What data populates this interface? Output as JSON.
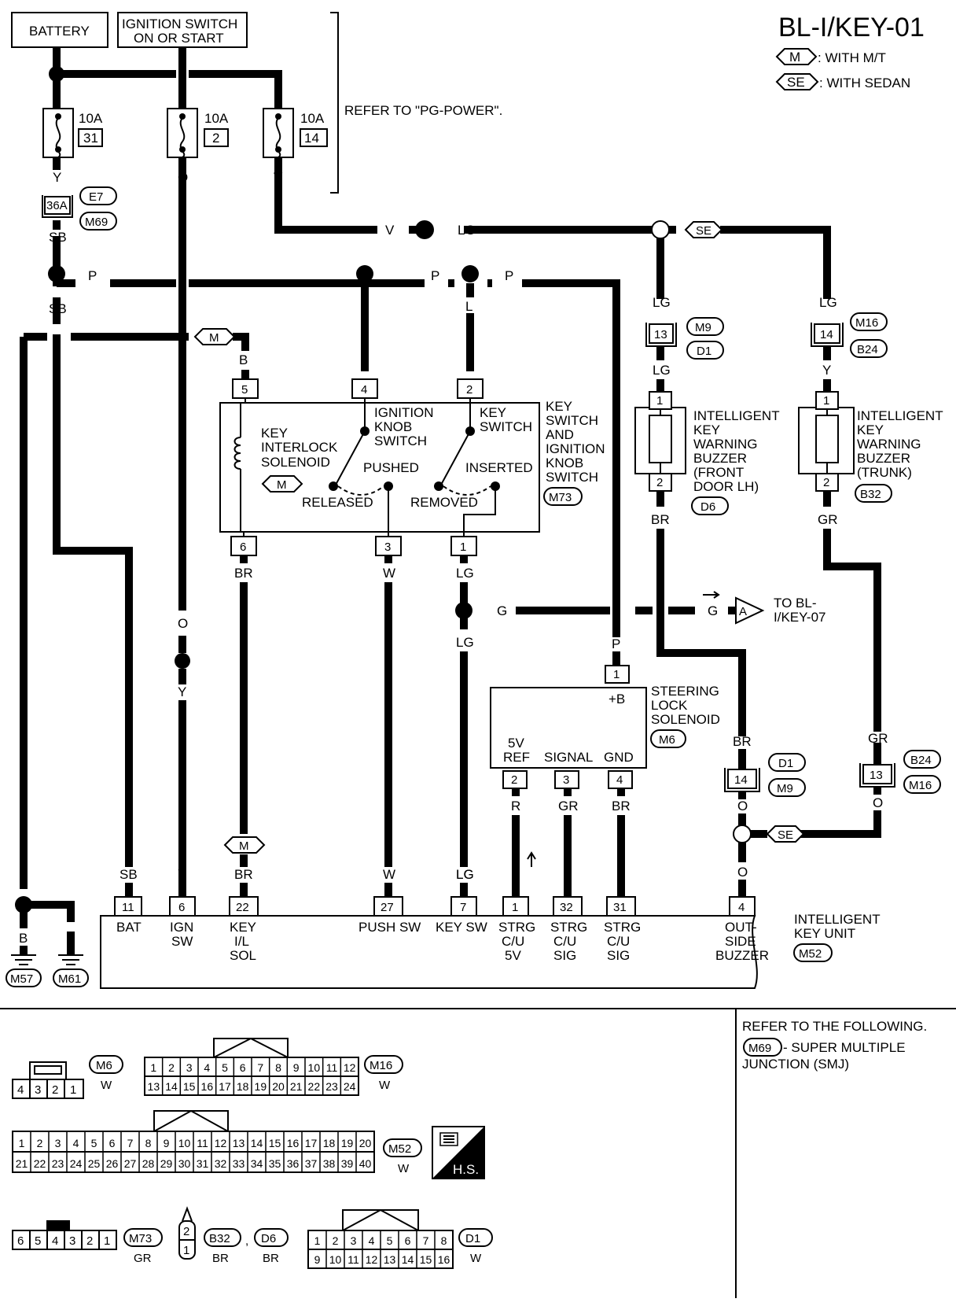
{
  "title": "BL-I/KEY-01",
  "legend": {
    "m_tag": "M",
    "m_text": ": WITH M/T",
    "se_tag": "SE",
    "se_text": ": WITH SEDAN"
  },
  "sources": {
    "battery": "BATTERY",
    "ign1": "IGNITION SWITCH",
    "ign2": "ON OR START"
  },
  "refer_pg": "REFER TO \"PG-POWER\".",
  "fuses": [
    {
      "amp": "10A",
      "num": "31",
      "wire": "Y"
    },
    {
      "amp": "10A",
      "num": "2",
      "wire": "O"
    },
    {
      "amp": "10A",
      "num": "14",
      "wire": "V"
    }
  ],
  "smj": {
    "pin": "36A",
    "c1": "E7",
    "c2": "M69"
  },
  "wires": {
    "SB": "SB",
    "P": "P",
    "V": "V",
    "LG": "LG",
    "L": "L",
    "B": "B",
    "BR": "BR",
    "W": "W",
    "G": "G",
    "O": "O",
    "Y": "Y",
    "R": "R",
    "GR": "GR",
    "M": "M",
    "SE": "SE"
  },
  "buzzer_front": {
    "pin_in": "13",
    "c1": "M9",
    "c2": "D1",
    "p1": "1",
    "p2": "2",
    "name1": "INTELLIGENT",
    "name2": "KEY",
    "name3": "WARNING",
    "name4": "BUZZER",
    "name5": "(FRONT",
    "name6": "DOOR LH)",
    "conn": "D6"
  },
  "buzzer_trunk": {
    "pin_in": "14",
    "c1": "M16",
    "c2": "B24",
    "p1": "1",
    "p2": "2",
    "name1": "INTELLIGENT",
    "name2": "KEY",
    "name3": "WARNING",
    "name4": "BUZZER",
    "name5": "(TRUNK)",
    "conn": "B32"
  },
  "keyswitch": {
    "pins": [
      "5",
      "4",
      "2",
      "6",
      "3",
      "1"
    ],
    "solenoid1": "KEY",
    "solenoid2": "INTERLOCK",
    "solenoid3": "SOLENOID",
    "ign1": "IGNITION",
    "ign2": "KNOB",
    "ign3": "SWITCH",
    "pushed": "PUSHED",
    "released": "RELEASED",
    "ks1": "KEY",
    "ks2": "SWITCH",
    "inserted": "INSERTED",
    "removed": "REMOVED",
    "name1": "KEY",
    "name2": "SWITCH",
    "name3": "AND",
    "name4": "IGNITION",
    "name5": "KNOB",
    "name6": "SWITCH",
    "conn": "M73"
  },
  "to_bl": {
    "tag": "A",
    "t1": "TO BL-",
    "t2": "I/KEY-07"
  },
  "steering": {
    "pin_b": "1",
    "plusb": "+B",
    "name1": "STEERING",
    "name2": "LOCK",
    "name3": "SOLENOID",
    "conn": "M6",
    "ref1": "5V",
    "ref2": "REF",
    "signal": "SIGNAL",
    "gnd": "GND",
    "p2": "2",
    "p3": "3",
    "p4": "4"
  },
  "joint_front": {
    "pin": "14",
    "c1": "D1",
    "c2": "M9"
  },
  "joint_trunk": {
    "pin": "13",
    "c1": "B24",
    "c2": "M16"
  },
  "iku": {
    "pins": [
      "11",
      "6",
      "22",
      "27",
      "7",
      "1",
      "32",
      "31",
      "4"
    ],
    "l_bat": "BAT",
    "l_ign1": "IGN",
    "l_ign2": "SW",
    "l_key1": "KEY",
    "l_key2": "I/L",
    "l_key3": "SOL",
    "l_push": "PUSH SW",
    "l_keysw": "KEY SW",
    "l_s1a": "STRG",
    "l_s1b": "C/U",
    "l_s1c": "5V",
    "l_s2a": "STRG",
    "l_s2b": "C/U",
    "l_s2c": "SIG",
    "l_s3a": "STRG",
    "l_s3b": "C/U",
    "l_s3c": "SIG",
    "l_out1": "OUT-",
    "l_out2": "SIDE",
    "l_out3": "BUZZER",
    "name1": "INTELLIGENT",
    "name2": "KEY UNIT",
    "conn": "M52"
  },
  "grounds": {
    "g1": "M57",
    "g2": "M61"
  },
  "refer_following": {
    "l1": "REFER TO THE FOLLOWING.",
    "tag": "M69",
    "l2": " - SUPER MULTIPLE",
    "l3": "JUNCTION (SMJ)"
  },
  "connectors": {
    "m6": {
      "id": "M6",
      "color": "W",
      "pins": [
        "4",
        "3",
        "2",
        "1"
      ]
    },
    "m16": {
      "id": "M16",
      "color": "W",
      "top": [
        "1",
        "2",
        "3",
        "4",
        "5",
        "6",
        "7",
        "8",
        "9",
        "10",
        "11",
        "12"
      ],
      "bottom": [
        "13",
        "14",
        "15",
        "16",
        "17",
        "18",
        "19",
        "20",
        "21",
        "22",
        "23",
        "24"
      ]
    },
    "m52": {
      "id": "M52",
      "color": "W",
      "top": [
        "1",
        "2",
        "3",
        "4",
        "5",
        "6",
        "7",
        "8",
        "9",
        "10",
        "11",
        "12",
        "13",
        "14",
        "15",
        "16",
        "17",
        "18",
        "19",
        "20"
      ],
      "bottom": [
        "21",
        "22",
        "23",
        "24",
        "25",
        "26",
        "27",
        "28",
        "29",
        "30",
        "31",
        "32",
        "33",
        "34",
        "35",
        "36",
        "37",
        "38",
        "39",
        "40"
      ]
    },
    "hs": "H.S.",
    "m73": {
      "id": "M73",
      "color": "GR",
      "pins": [
        "6",
        "5",
        "4",
        "3",
        "2",
        "1"
      ]
    },
    "b32d6": {
      "top": "2",
      "bottom": "1",
      "id1": "B32",
      "c1": "BR",
      "sep": ",",
      "id2": "D6",
      "c2": "BR"
    },
    "d1": {
      "id": "D1",
      "color": "W",
      "top": [
        "1",
        "2",
        "3",
        "4",
        "5",
        "6",
        "7",
        "8"
      ],
      "bottom": [
        "9",
        "10",
        "11",
        "12",
        "13",
        "14",
        "15",
        "16"
      ]
    }
  }
}
